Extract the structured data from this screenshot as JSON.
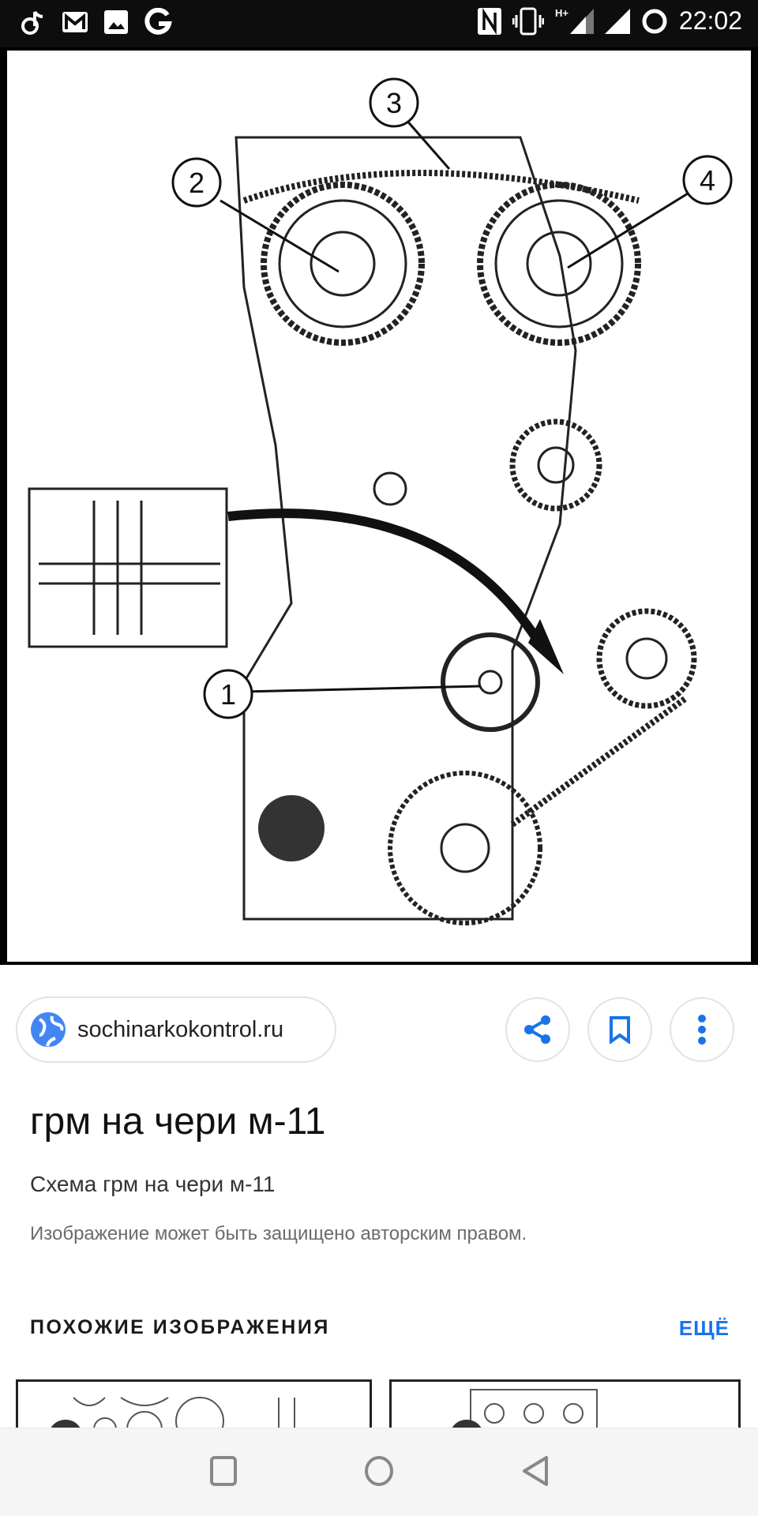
{
  "status_bar": {
    "time": "22:02",
    "network": "H+",
    "icons": [
      "tiktok-icon",
      "gmail-icon",
      "gallery-icon",
      "google-icon",
      "nfc-icon",
      "vibrate-icon",
      "signal-icon",
      "signal-icon",
      "sync-icon"
    ]
  },
  "diagram": {
    "callouts": [
      "1",
      "2",
      "3",
      "4"
    ]
  },
  "source": {
    "domain": "sochinarkokontrol.ru"
  },
  "actions": [
    "share",
    "bookmark",
    "more"
  ],
  "result": {
    "title": "грм на чери м-11",
    "subtitle": "Схема грм на чери м-11",
    "copyright_note": "Изображение может быть защищено авторским правом."
  },
  "similar": {
    "heading": "ПОХОЖИЕ ИЗОБРАЖЕНИЯ",
    "more_label": "ЕЩЁ"
  },
  "colors": {
    "accent": "#1a73e8",
    "status_bg": "#0d0d0d"
  }
}
